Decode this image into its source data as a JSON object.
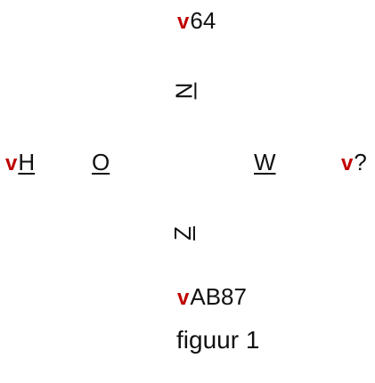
{
  "figure": {
    "top_label": {
      "mark": "v",
      "text": "64"
    },
    "north_label": "N",
    "left_label": {
      "mark": "v",
      "text": "H"
    },
    "letter_o": "O",
    "west_label": "W",
    "right_label": {
      "mark": "v",
      "text": "?"
    },
    "south_label": "Z",
    "bottom_label": {
      "mark": "v",
      "text": "AB87"
    },
    "caption": "figuur 1",
    "accent_color": "#c00000"
  }
}
